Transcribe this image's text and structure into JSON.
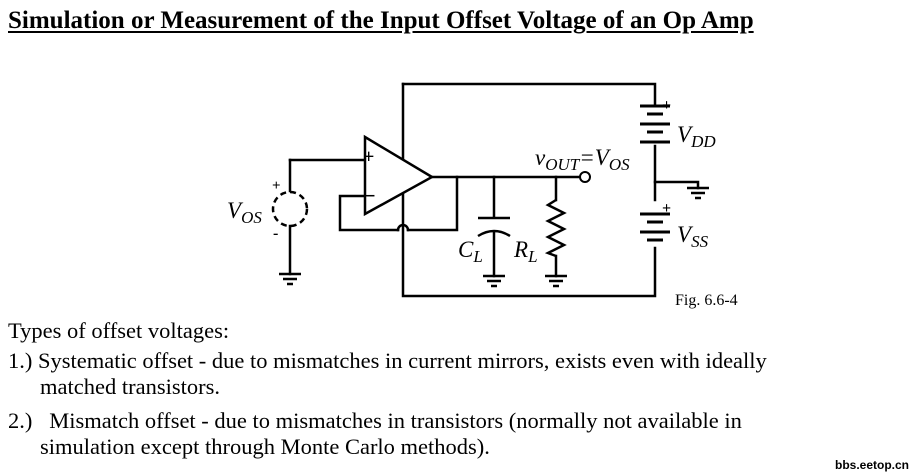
{
  "title": "Simulation or Measurement of the Input Offset Voltage of an Op Amp",
  "diagram": {
    "vos_label": "V",
    "vos_sub": "OS",
    "plus_sign": "+",
    "minus_sign": "-",
    "opamp_plus": "+",
    "opamp_minus": "−",
    "vout_label": "v",
    "vout_sub": "OUT",
    "vout_eq": "=V",
    "vout_eq_sub": "OS",
    "cl_label": "C",
    "cl_sub": "L",
    "rl_label": "R",
    "rl_sub": "L",
    "vdd_label": "V",
    "vdd_sub": "DD",
    "vss_label": "V",
    "vss_sub": "SS"
  },
  "figure_label": "Fig. 6.6-4",
  "types_heading": "Types of offset voltages:",
  "items": [
    {
      "number": "1.)",
      "line1": "Systematic offset - due to mismatches in current mirrors, exists even with ideally",
      "line2": "matched transistors."
    },
    {
      "number": "2.)",
      "line1": "Mismatch offset - due to mismatches in transistors (normally not available in",
      "line2": "simulation except through Monte Carlo methods)."
    }
  ],
  "watermark": "bbs.eetop.cn"
}
